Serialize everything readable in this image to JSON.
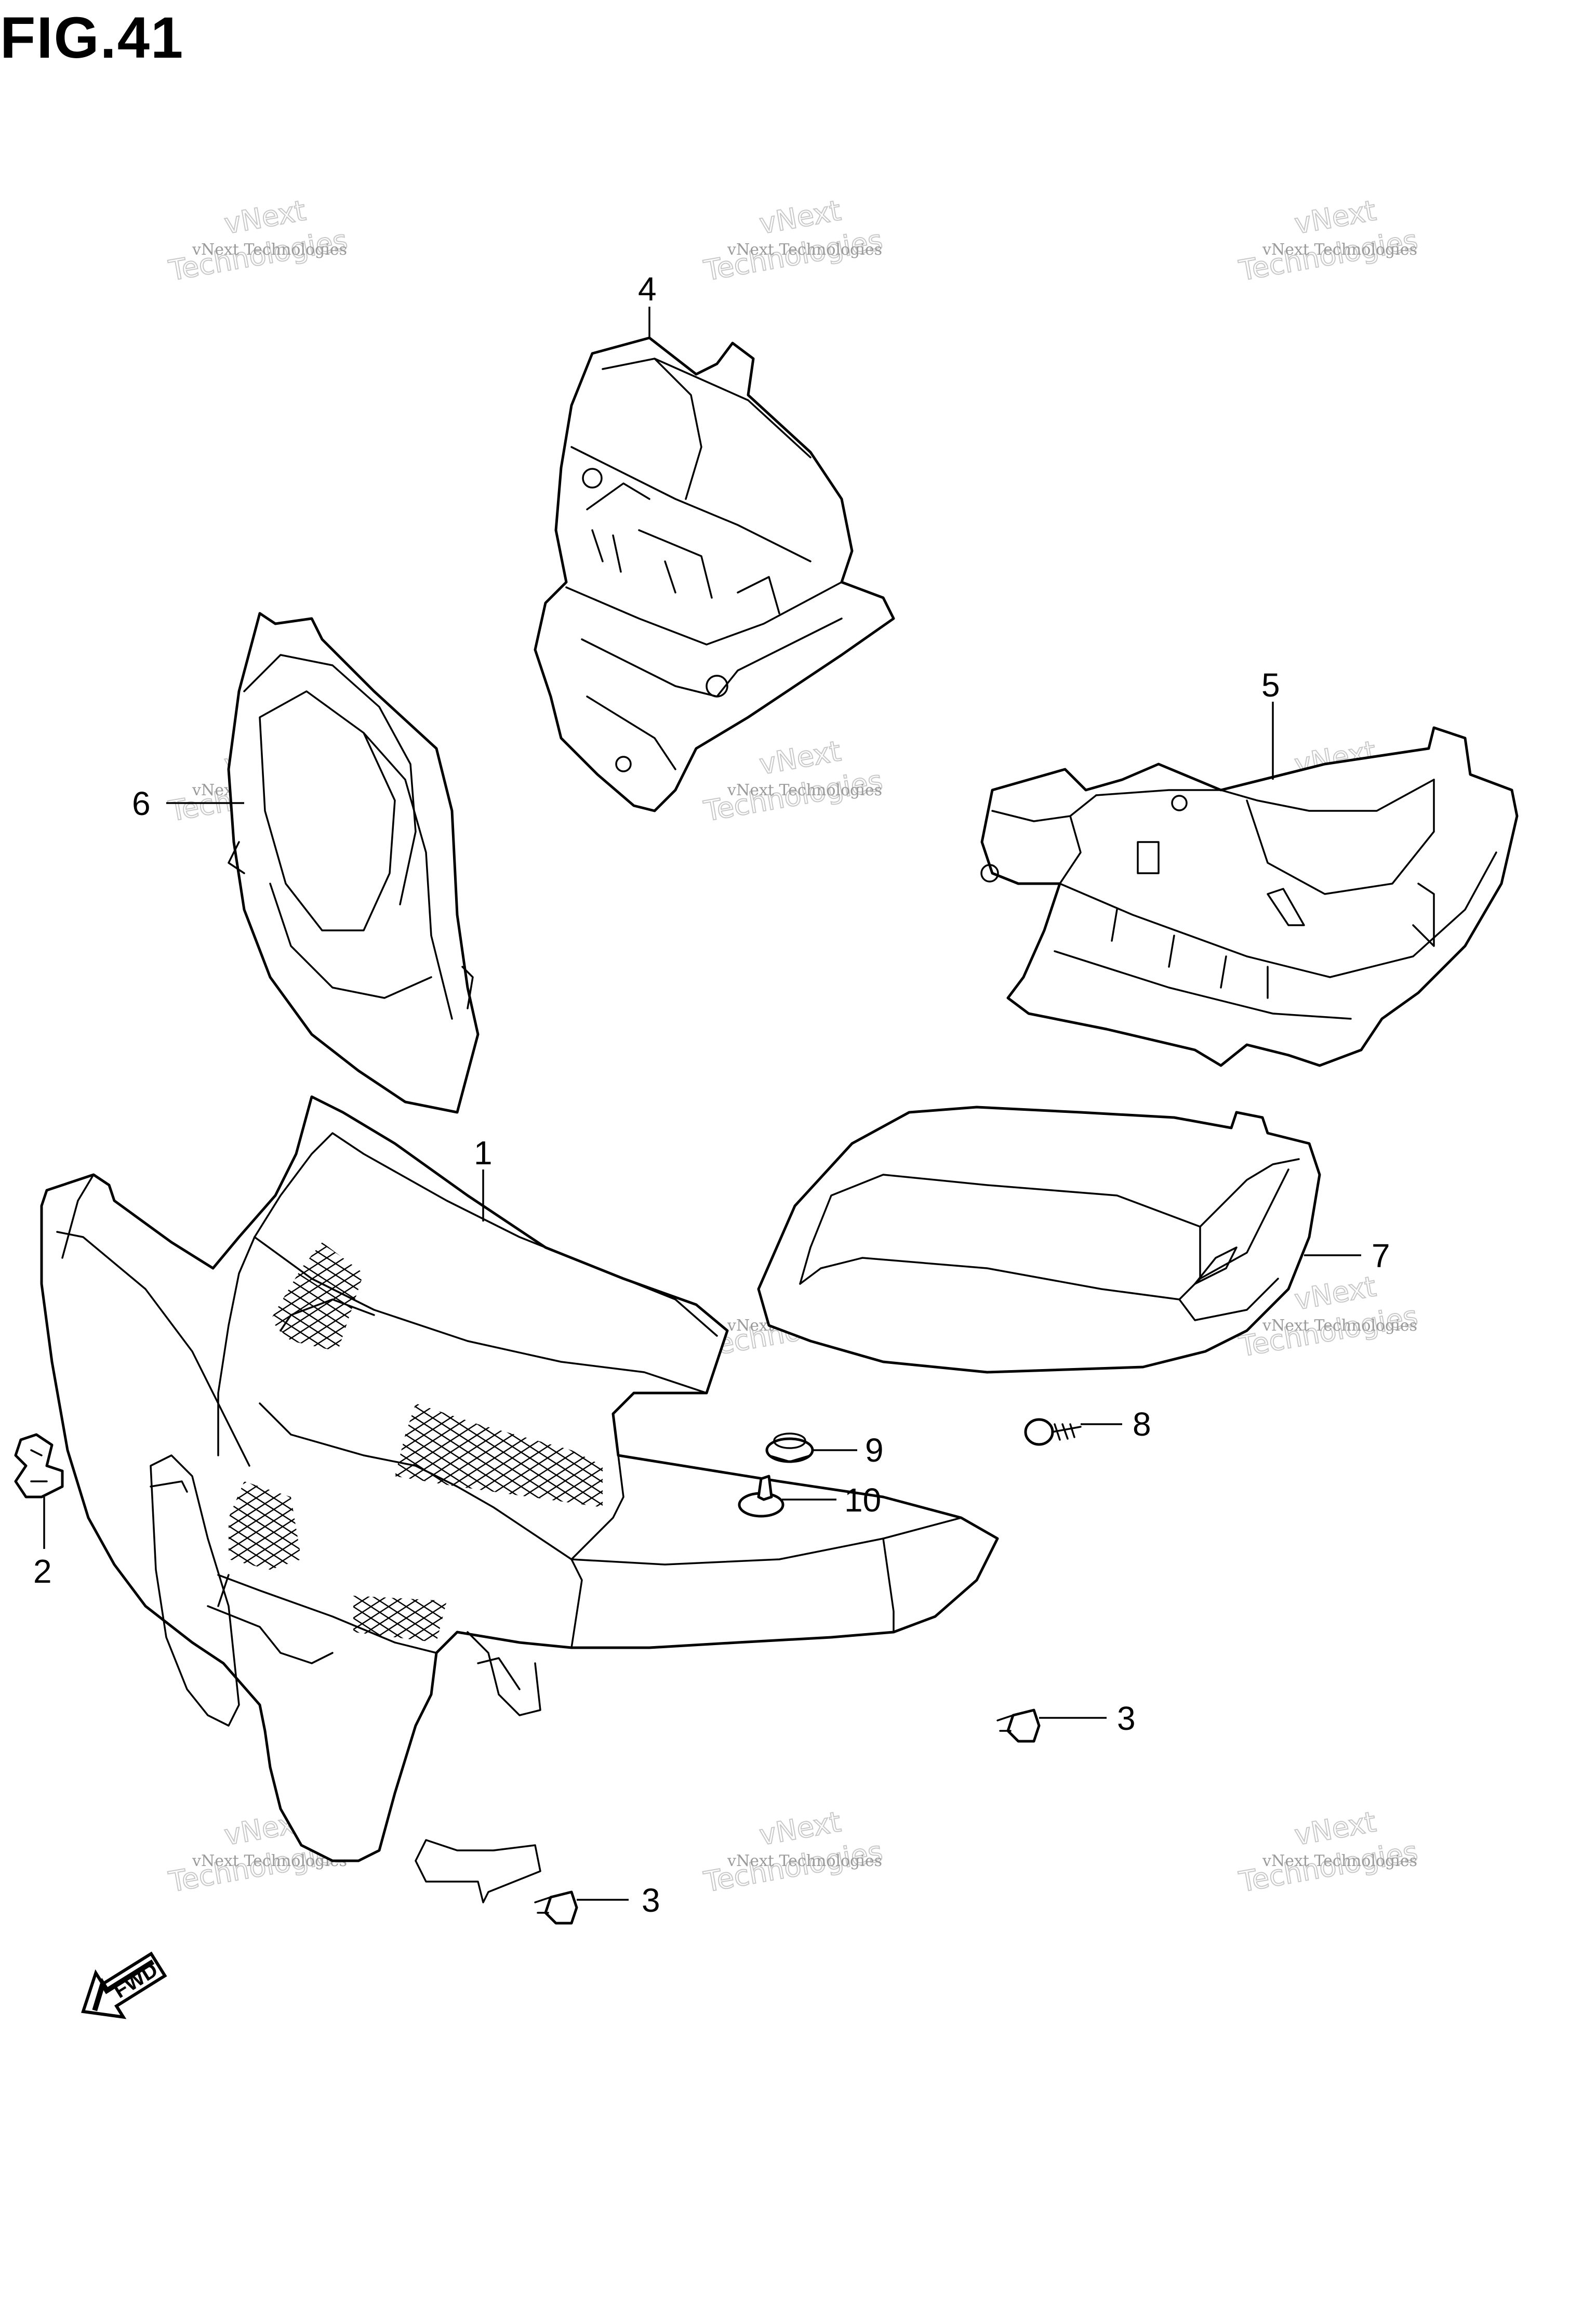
{
  "figure": {
    "title": "FIG.41"
  },
  "callouts": [
    {
      "id": "c1",
      "label": "1"
    },
    {
      "id": "c2",
      "label": "2"
    },
    {
      "id": "c3a",
      "label": "3"
    },
    {
      "id": "c3b",
      "label": "3"
    },
    {
      "id": "c4",
      "label": "4"
    },
    {
      "id": "c5",
      "label": "5"
    },
    {
      "id": "c6",
      "label": "6"
    },
    {
      "id": "c7",
      "label": "7"
    },
    {
      "id": "c8",
      "label": "8"
    },
    {
      "id": "c9",
      "label": "9"
    },
    {
      "id": "c10",
      "label": "10"
    }
  ],
  "watermark": {
    "line1": "vNext Technologies",
    "line2": "vNext",
    "line3": "Technologies"
  },
  "fwd_label": "FWD"
}
